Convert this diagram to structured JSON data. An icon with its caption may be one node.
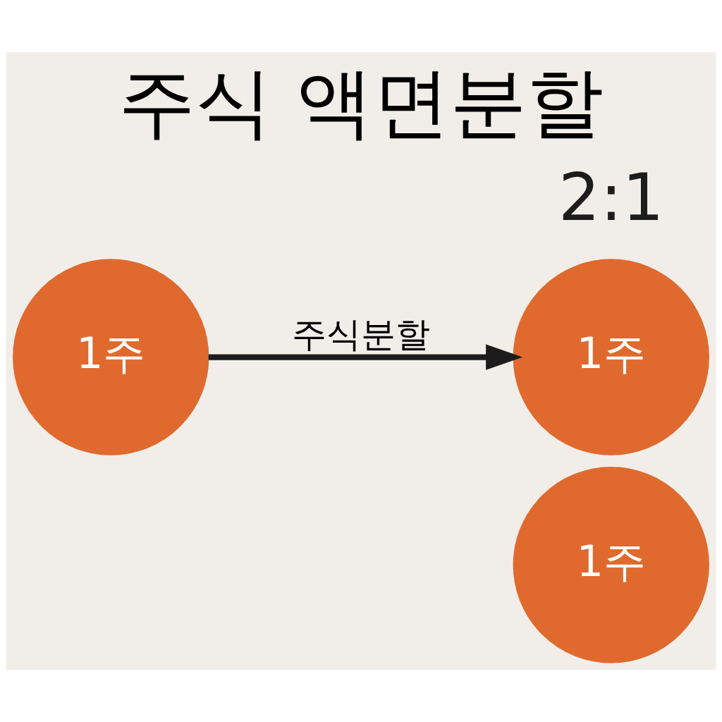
{
  "diagram": {
    "title": "주식 액면분할",
    "nodes": [
      {
        "text": [
          "1주"
        ]
      },
      {
        "text": [
          "1주"
        ]
      },
      {
        "text": [
          "1주"
        ]
      }
    ],
    "edges": [
      {
        "from": 0,
        "to": 1,
        "arrow": "to",
        "label": "주식분할"
      }
    ],
    "labels": [
      "2:1"
    ]
  }
}
